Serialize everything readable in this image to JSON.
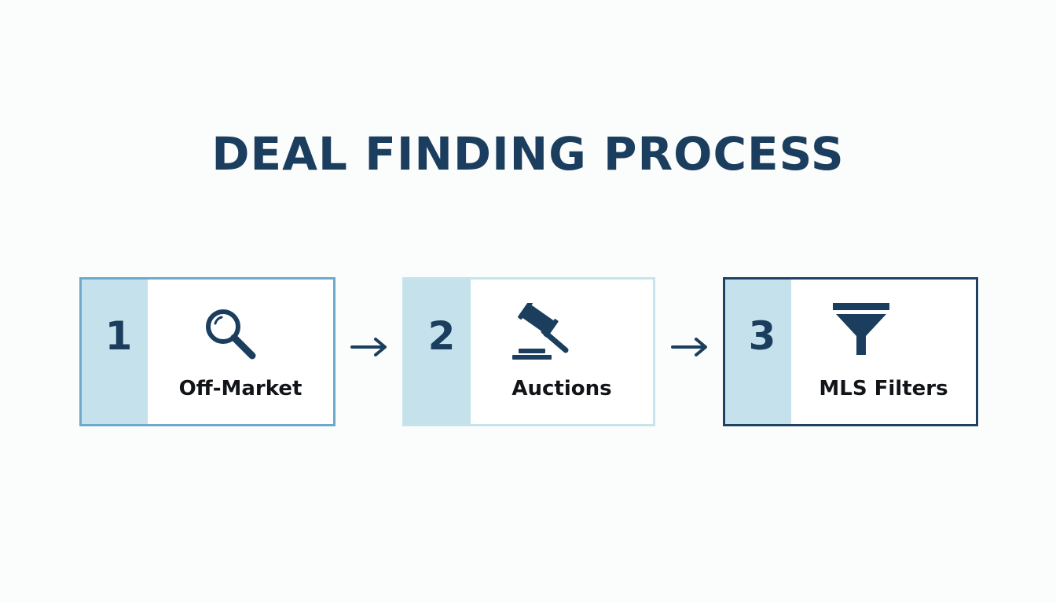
{
  "title": "DEAL FINDING PROCESS",
  "steps": [
    {
      "number": "1",
      "label": "Off-Market",
      "icon": "magnifying-glass-icon"
    },
    {
      "number": "2",
      "label": "Auctions",
      "icon": "gavel-icon"
    },
    {
      "number": "3",
      "label": "MLS Filters",
      "icon": "funnel-icon"
    }
  ],
  "colors": {
    "navy": "#1b3e5e",
    "light_blue_fill": "#c5e2ec",
    "step1_border": "#6ea9cb",
    "step2_border": "#c7e3ec",
    "step3_border": "#1f4264",
    "label_text": "#111418"
  }
}
